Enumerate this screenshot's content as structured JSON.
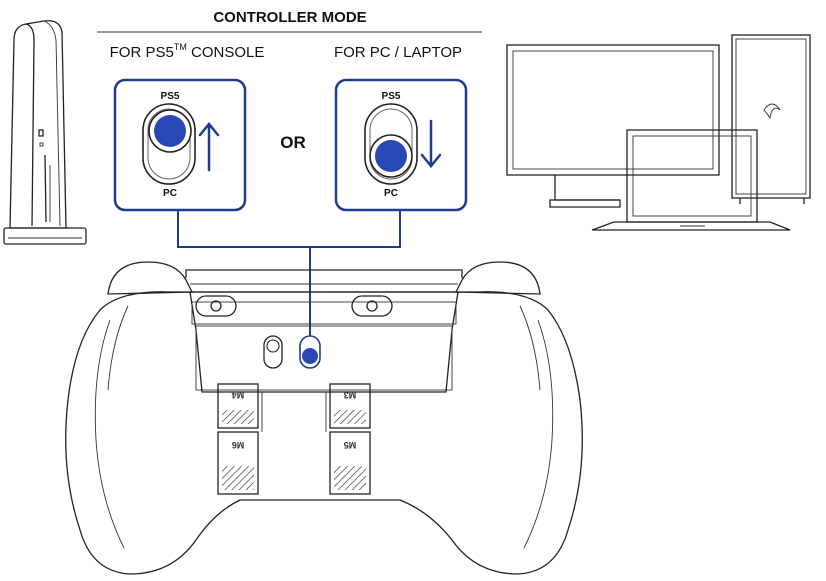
{
  "header": {
    "title": "CONTROLLER MODE"
  },
  "modes": [
    {
      "heading_prefix": "FOR PS5",
      "heading_sup": "TM",
      "heading_suffix": " CONSOLE",
      "switch_top_label": "PS5",
      "switch_bottom_label": "PC",
      "selected_position": "top",
      "arrow": "up"
    },
    {
      "heading_prefix": "FOR PC / LAPTOP",
      "heading_sup": "",
      "heading_suffix": "",
      "switch_top_label": "PS5",
      "switch_bottom_label": "PC",
      "selected_position": "bottom",
      "arrow": "down"
    }
  ],
  "separator_text": "OR",
  "controller": {
    "back_buttons": [
      "M4",
      "M3",
      "M6",
      "M5"
    ],
    "switch_position": "bottom"
  },
  "colors": {
    "accent": "#1f3a8f",
    "knob": "#2a48b4",
    "line": "#222222",
    "hatch": "#555555"
  }
}
